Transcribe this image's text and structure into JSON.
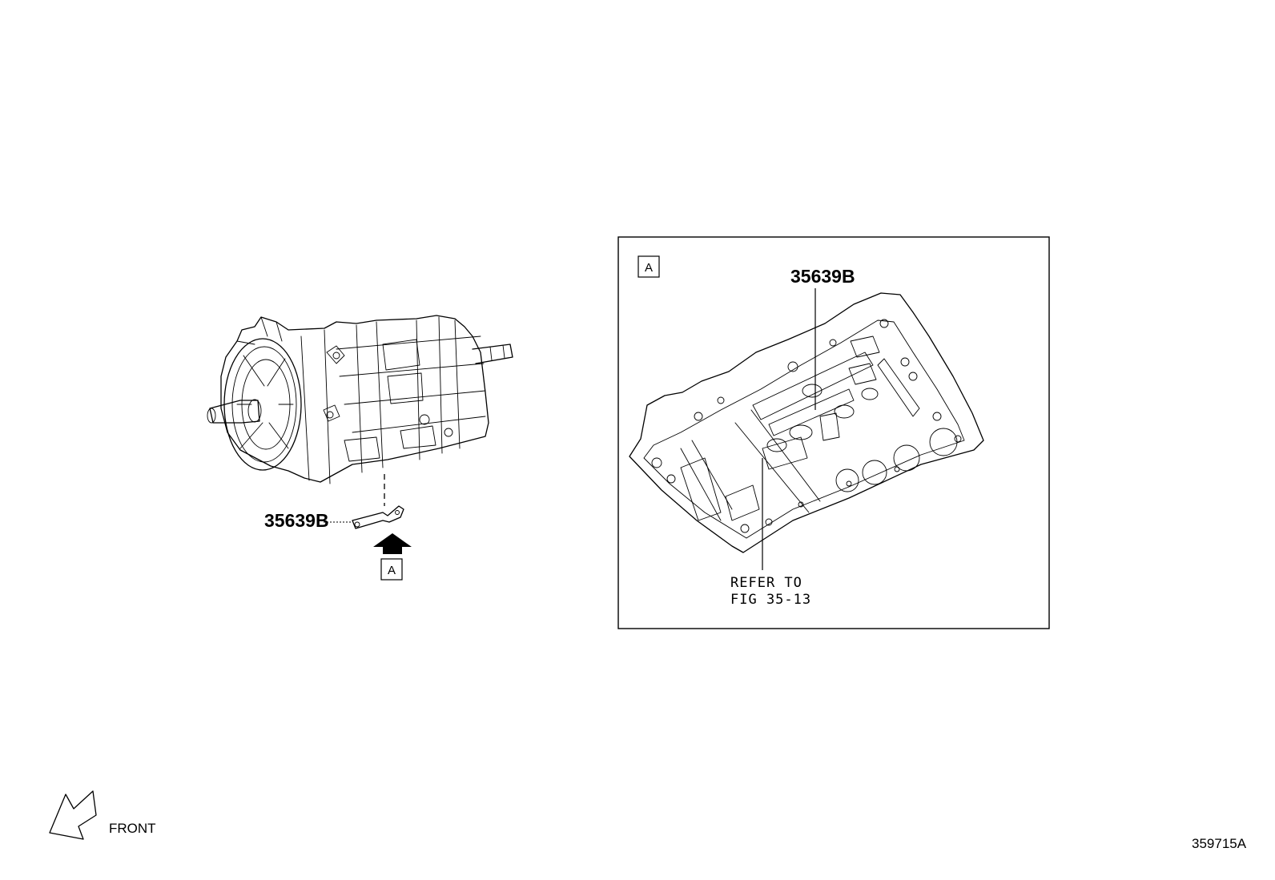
{
  "diagram": {
    "left_view": {
      "part_callout": "35639B",
      "view_ref": "A"
    },
    "detail_view": {
      "view_label": "A",
      "part_callout": "35639B",
      "refer_line1": "REFER TO",
      "refer_line2": "FIG 35-13"
    },
    "direction_label": "FRONT",
    "figure_number": "359715A"
  }
}
